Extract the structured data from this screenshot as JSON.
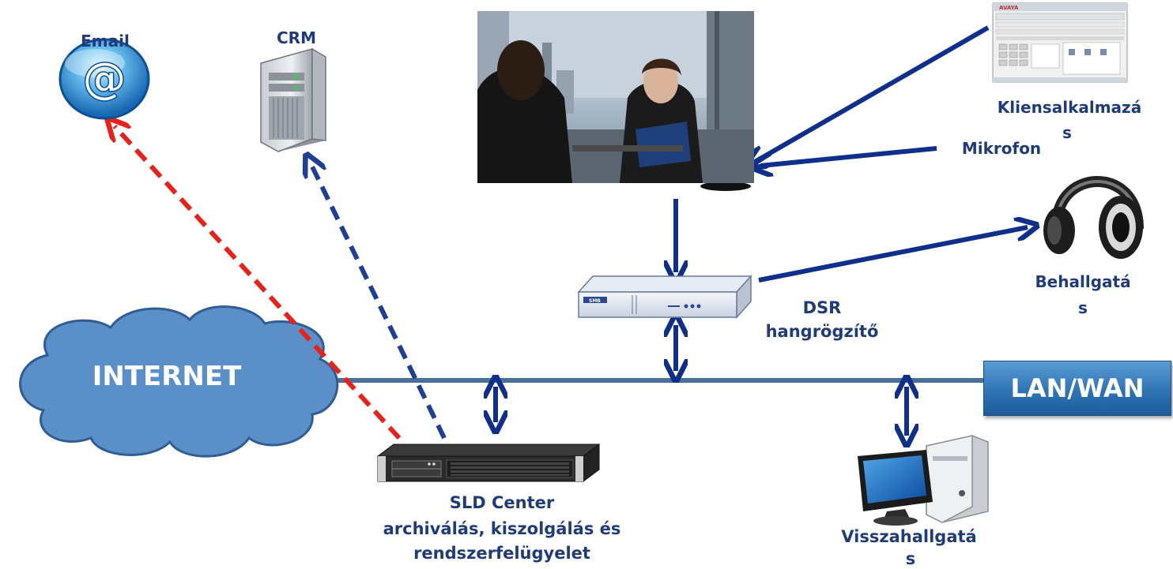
{
  "labels": {
    "email": "Email",
    "crm": "CRM",
    "client_app_1": "Kliensalkalmazá",
    "client_app_2": "s",
    "microphone": "Mikrofon",
    "monitoring_1": "Behallgatá",
    "monitoring_2": "s",
    "dsr_1": "DSR",
    "dsr_2": "hangrögzítő",
    "internet": "INTERNET",
    "lan_wan": "LAN/WAN",
    "sld_1": "SLD Center",
    "sld_2": "archiválás, kiszolgálás és",
    "sld_3": "rendszerfelügyelet",
    "playback_1": "Visszahallgatá",
    "playback_2": "s"
  },
  "app_screen": {
    "brand": "AVAYA"
  },
  "device_text": {
    "dsr_brand": "SMB"
  },
  "colors": {
    "arrow_blue": "#0f2f8a",
    "dashed_red": "#e8221b",
    "dashed_blue": "#1f3f95",
    "network_line": "#4a6f9a",
    "cloud_fill": "#5b8fc8",
    "label_color": "#1f3b78"
  }
}
